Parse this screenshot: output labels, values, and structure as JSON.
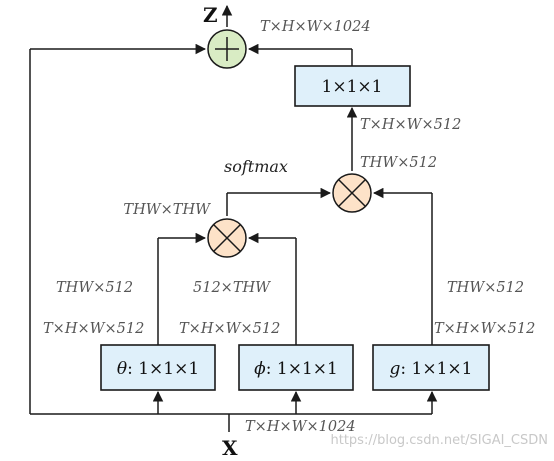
{
  "input_label": "X",
  "output_label": "Z",
  "watermark": "https://blog.csdn.net/SIGAI_CSDN",
  "boxes": {
    "theta": {
      "symbol": "θ",
      "rest": ": 1×1×1"
    },
    "phi": {
      "symbol": "ϕ",
      "rest": ": 1×1×1"
    },
    "g": {
      "symbol": "g",
      "rest": ": 1×1×1"
    },
    "out_conv": "1×1×1"
  },
  "labels": {
    "input_dim": "T×H×W×1024",
    "output_dim": "T×H×W×1024",
    "theta_out": "T×H×W×512",
    "theta_reshape": "THW×512",
    "phi_out": "T×H×W×512",
    "phi_reshape": "512×THW",
    "g_out": "T×H×W×512",
    "g_reshape": "THW×512",
    "attention": "THW×THW",
    "softmax": "softmax",
    "y_reshape": "THW×512",
    "y_dim": "T×H×W×512"
  },
  "operators": {
    "multiply": "⊗",
    "add": "+"
  }
}
